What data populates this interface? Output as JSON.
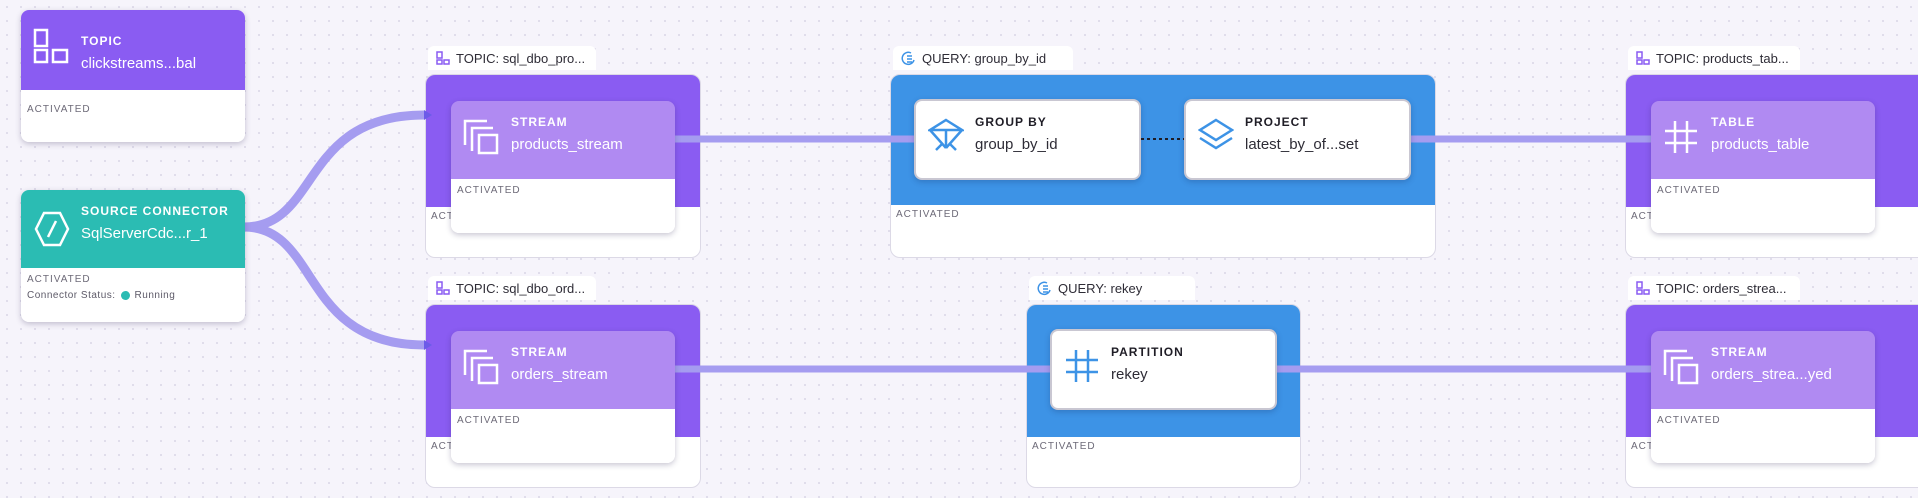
{
  "colors": {
    "topic_purple": "#8a5cf2",
    "stream_lilac": "#b08af2",
    "query_blue": "#3d93e6",
    "connector_teal": "#2bbcb3",
    "edge": "#a59cf0"
  },
  "status_activated": "ACTIVATED",
  "nodes": {
    "topic_clickstreams": {
      "type": "TOPIC",
      "name": "clickstreams...bal",
      "status": "ACTIVATED",
      "icon": "topic-icon"
    },
    "source_connector": {
      "type": "SOURCE CONNECTOR",
      "name": "SqlServerCdc...r_1",
      "status": "ACTIVATED",
      "status_label": "Connector Status:",
      "status_value": "Running",
      "icon": "connector-icon"
    },
    "products_stream": {
      "type": "STREAM",
      "name": "products_stream",
      "status": "ACTIVATED",
      "icon": "stream-icon"
    },
    "orders_stream": {
      "type": "STREAM",
      "name": "orders_stream",
      "status": "ACTIVATED",
      "icon": "stream-icon"
    },
    "group_by": {
      "type": "GROUP BY",
      "name": "group_by_id",
      "icon": "group-by-icon"
    },
    "project": {
      "type": "PROJECT",
      "name": "latest_by_of...set",
      "icon": "project-layers-icon"
    },
    "partition": {
      "type": "PARTITION",
      "name": "rekey",
      "icon": "partition-hash-icon"
    },
    "products_table": {
      "type": "TABLE",
      "name": "products_table",
      "status": "ACTIVATED",
      "icon": "table-hash-icon"
    },
    "orders_rekeyed": {
      "type": "STREAM",
      "name": "orders_strea...yed",
      "status": "ACTIVATED",
      "icon": "stream-icon"
    }
  },
  "groups": {
    "topic_products": {
      "label": "TOPIC: sql_dbo_pro...",
      "status": "ACTIVATED"
    },
    "topic_orders": {
      "label": "TOPIC: sql_dbo_ord...",
      "status": "ACTIVATED"
    },
    "query_group_by_id": {
      "label": "QUERY: group_by_id",
      "status": "ACTIVATED"
    },
    "query_rekey": {
      "label": "QUERY: rekey",
      "status": "ACTIVATED"
    },
    "topic_products_table": {
      "label": "TOPIC: products_tab...",
      "status": "ACTIVATED"
    },
    "topic_orders_stream": {
      "label": "TOPIC: orders_strea...",
      "status": "ACTIVATED"
    }
  }
}
